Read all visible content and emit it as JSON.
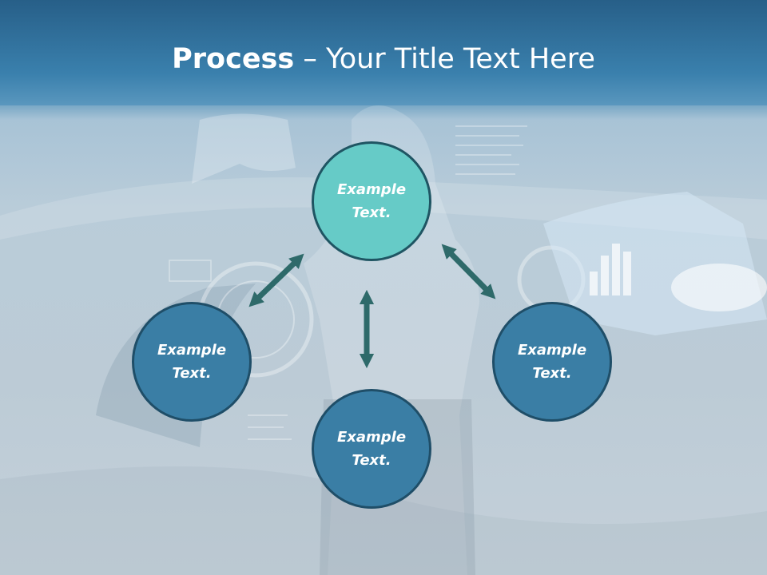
{
  "title": {
    "bold": "Process",
    "rest": " – Your Title Text Here"
  },
  "nodes": {
    "top": "Example Text.",
    "left": "Example Text.",
    "right": "Example Text.",
    "bottom": "Example Text."
  },
  "colors": {
    "title_bar": "#2f729f",
    "node_highlight": "#66cbc7",
    "node_default": "#3a7ea5",
    "arrow": "#2e6a6a"
  }
}
